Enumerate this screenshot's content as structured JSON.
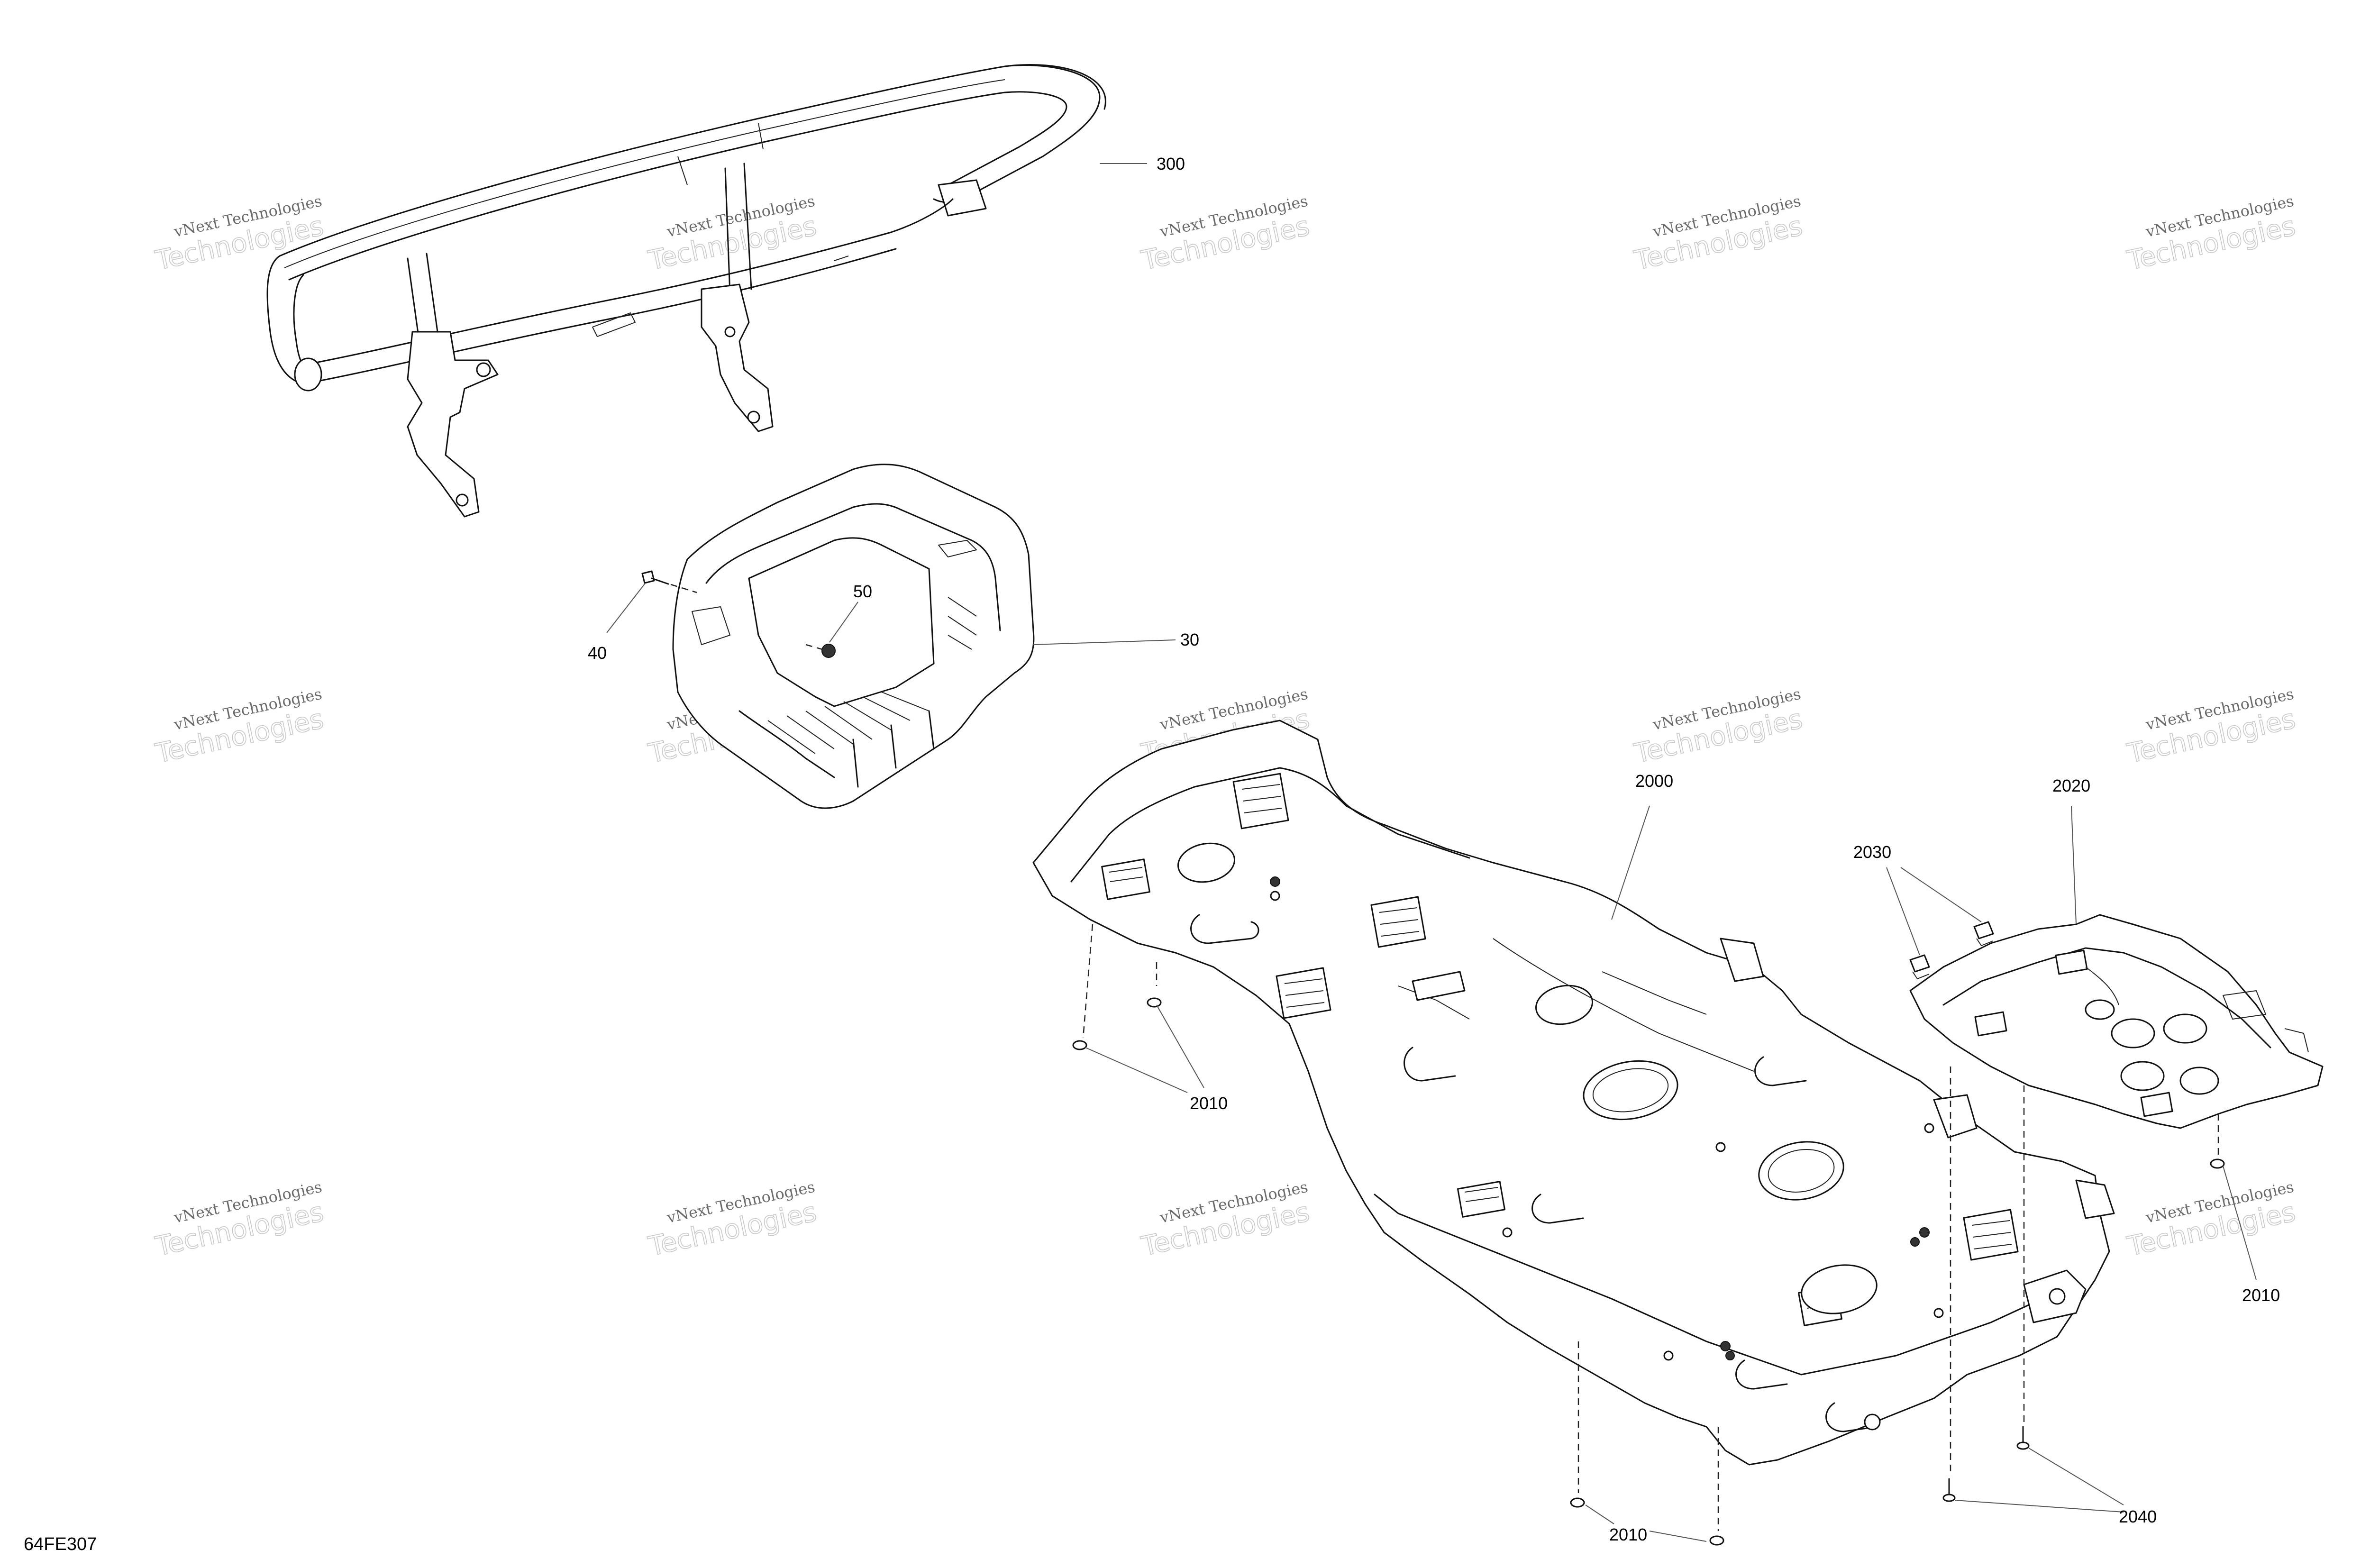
{
  "diagram_code": "64FE307",
  "watermark": {
    "line1": "vNext Technologies",
    "line2": "Technologies"
  },
  "parts": {
    "p300": "300",
    "p30": "30",
    "p40": "40",
    "p50": "50",
    "p2000": "2000",
    "p2020": "2020",
    "p2030": "2030",
    "p2010_left": "2010",
    "p2010_right": "2010",
    "p2010_bottom": "2010",
    "p2040": "2040"
  }
}
